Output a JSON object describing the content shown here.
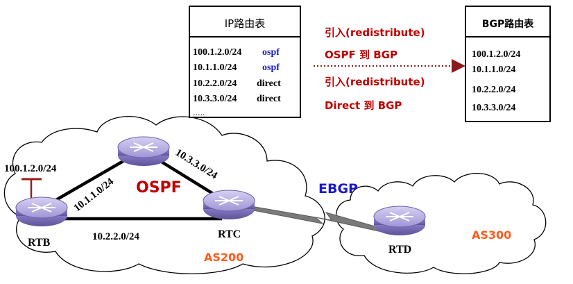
{
  "colors": {
    "red": "#c00000",
    "blue": "#1a1acc",
    "orange": "#ff5a1e",
    "black": "#000000",
    "router": "#8a7fc4"
  },
  "ip_table": {
    "title": "IP路由表",
    "rows": [
      {
        "prefix": "100.1.2.0/24",
        "proto": "ospf",
        "proto_color": "blue"
      },
      {
        "prefix": "10.1.1.0/24",
        "proto": "ospf",
        "proto_color": "blue"
      },
      {
        "prefix": "10.2.2.0/24",
        "proto": "direct",
        "proto_color": "black"
      },
      {
        "prefix": "10.3.3.0/24",
        "proto": "direct",
        "proto_color": "black"
      }
    ],
    "ellipsis": "....."
  },
  "redistribute": {
    "line1": "引入(redistribute)",
    "line2": "OSPF 到 BGP",
    "line3": "引入(redistribute)",
    "line4": "Direct 到 BGP"
  },
  "bgp_table": {
    "title": "BGP路由表",
    "rows": [
      "100.1.2.0/24",
      "10.1.1.0/24",
      "10.2.2.0/24",
      "10.3.3.0/24"
    ]
  },
  "routers": {
    "rtb": "RTB",
    "rtc": "RTC",
    "rtd": "RTD",
    "top": ""
  },
  "links": {
    "rtb_top": "10.1.1.0/24",
    "top_rtc": "10.3.3.0/24",
    "rtb_rtc": "10.2.2.0/24",
    "stub": "100.1.2.0/24"
  },
  "labels": {
    "ospf": "OSPF",
    "ebgp": "EBGP",
    "as200": "AS200",
    "as300": "AS300"
  }
}
